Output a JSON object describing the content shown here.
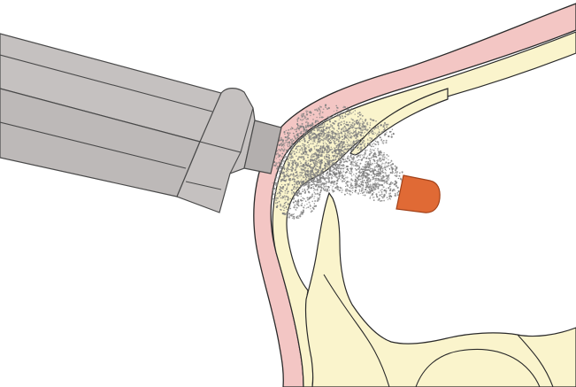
{
  "diagram": {
    "colors": {
      "background": "#ffffff",
      "inner_fill": "#fdfbf3",
      "skin_band": "#f3c6c4",
      "bone_fill": "#faf4cc",
      "outline": "#2a2a2a",
      "device_body": "#c5c1c0",
      "device_body_dark": "#b3afae",
      "device_outline": "#4a4a4a",
      "spray_particles": "#7f7f7f",
      "bullet": "#e06a35",
      "bullet_outline": "#a2421a"
    },
    "parts": [
      {
        "id": "muzzle-device",
        "icon": "gun-barrel"
      },
      {
        "id": "skin-layer",
        "icon": "curved-band"
      },
      {
        "id": "bone-structure",
        "icon": "skull-contour"
      },
      {
        "id": "particle-spray",
        "icon": "stipple-cloud"
      },
      {
        "id": "projectile",
        "icon": "bullet"
      }
    ]
  }
}
